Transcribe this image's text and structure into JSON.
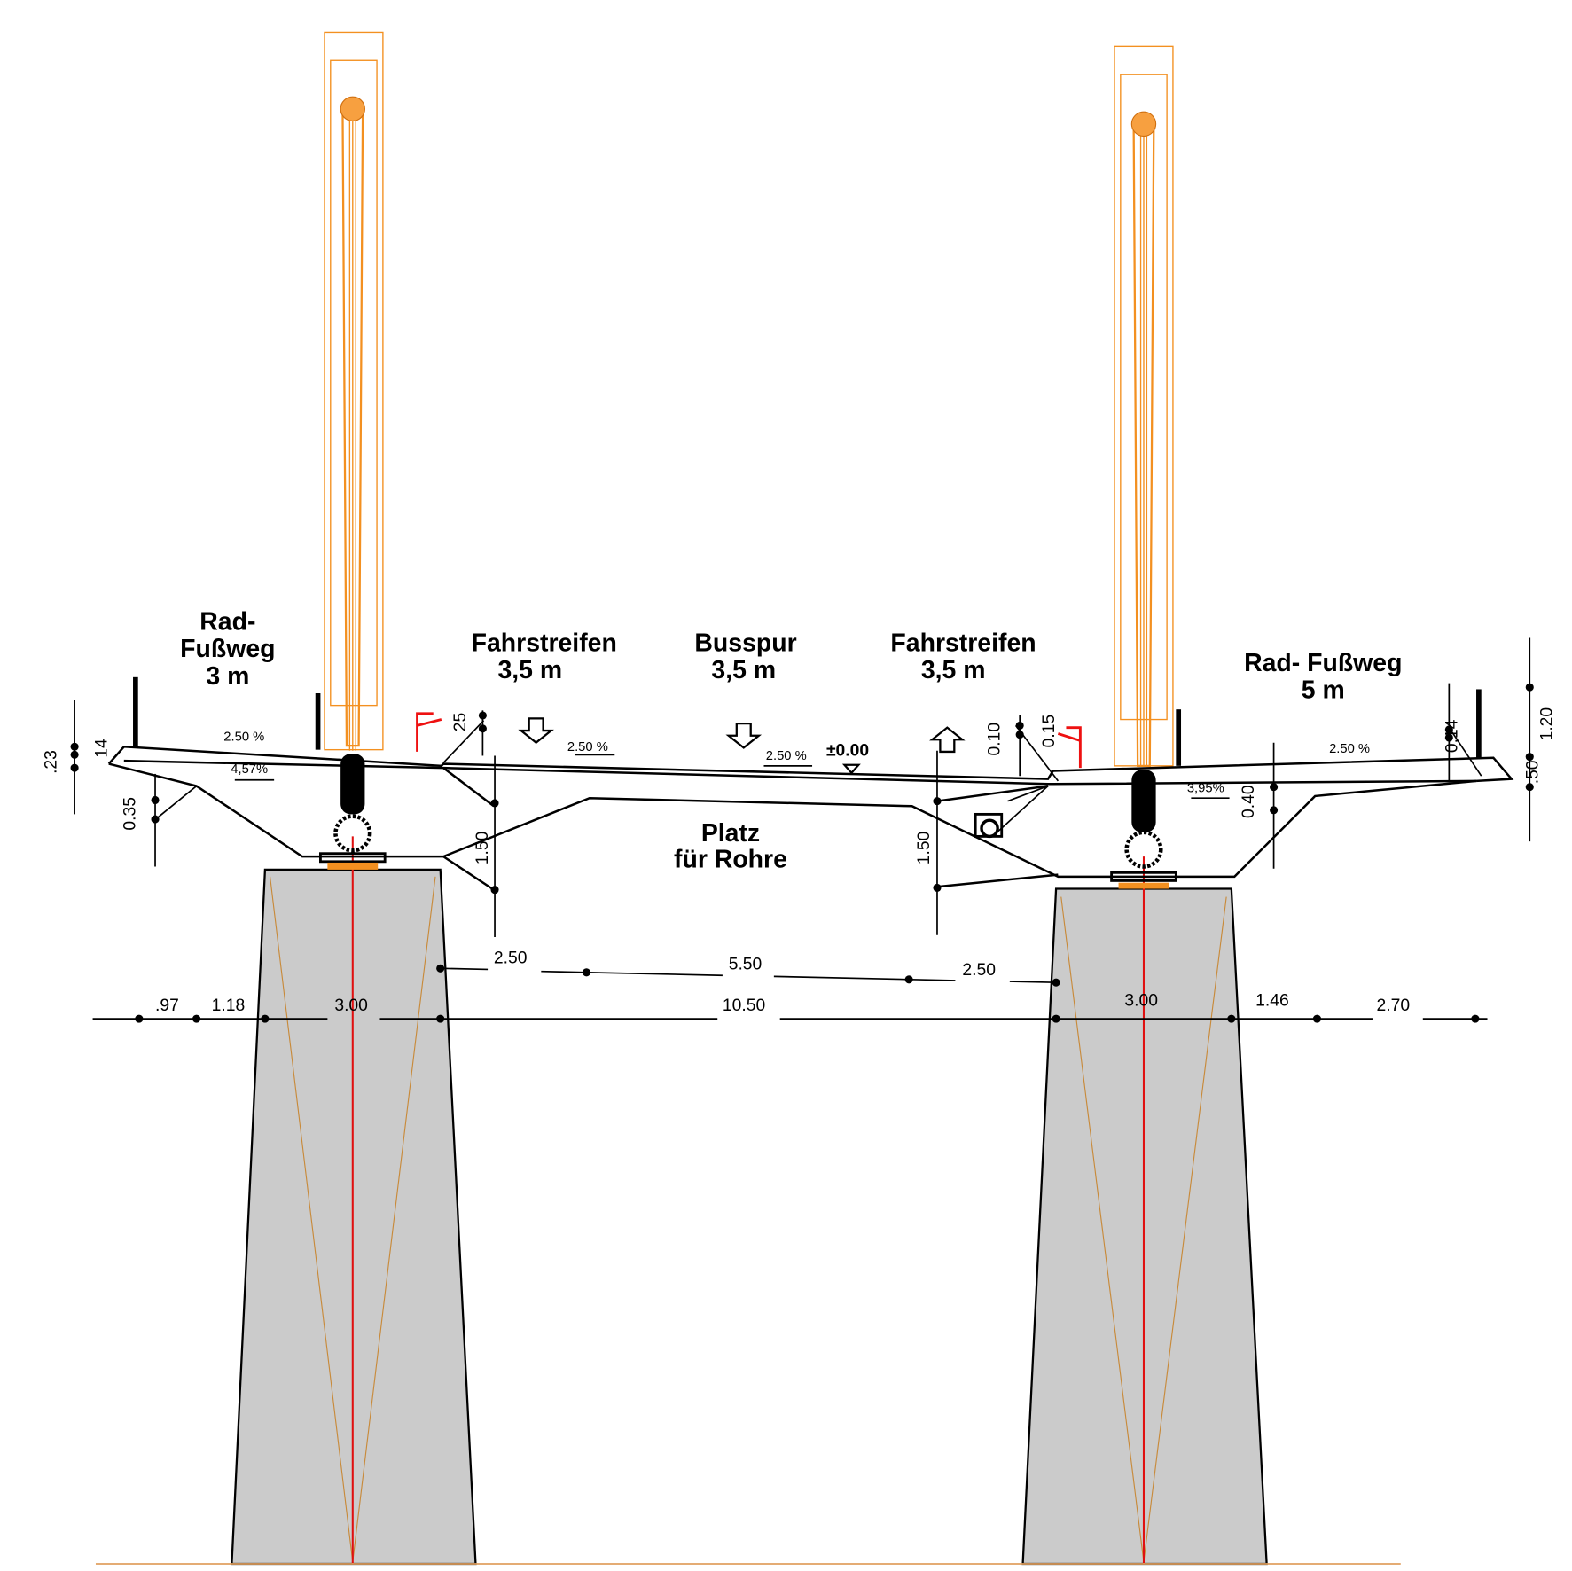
{
  "labels": {
    "left_walk": [
      "Rad-",
      "Fußweg",
      "3 m"
    ],
    "lane1": [
      "Fahrstreifen",
      "3,5 m"
    ],
    "bus": [
      "Busspur",
      "3,5 m"
    ],
    "lane2": [
      "Fahrstreifen",
      "3,5 m"
    ],
    "right_walk": [
      "Rad- Fußweg",
      "5 m"
    ],
    "pipes": [
      "Platz",
      "für Rohre"
    ],
    "level": "±0.00"
  },
  "slopes": {
    "left_top": "2.50 %",
    "left_bottom": "4,57%",
    "lane1": "2.50 %",
    "bus": "2.50 %",
    "right_top": "2.50 %",
    "right_bottom": "3,95%"
  },
  "vertical_dims": {
    "left_23": ".23",
    "left_14": "14",
    "left_035": "0.35",
    "curb_25": "25",
    "left_box_150": "1.50",
    "right_box_150": "1.50",
    "curb_010": "0.10",
    "curb_015": "0.15",
    "right_014": "0.14",
    "right_040": "0.40",
    "right_120": "1.20",
    "right_50": ".50"
  },
  "horizontal_dims": {
    "upper": [
      "2.50",
      "5.50",
      "2.50"
    ],
    "lower": [
      ".97",
      "1.18",
      "3.00",
      "10.50",
      "3.00",
      "1.46",
      "2.70"
    ]
  },
  "colors": {
    "pylon": "#f39020",
    "pier": "#cbcbcb",
    "centerline": "#e01010",
    "rail": "#ee1111"
  }
}
